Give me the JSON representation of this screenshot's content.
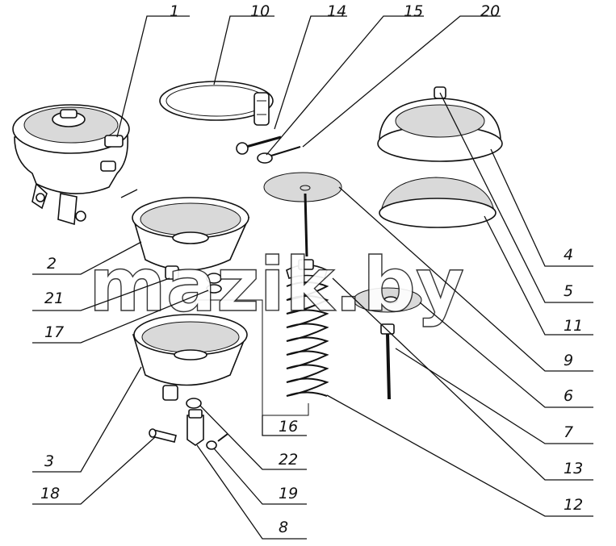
{
  "watermark": "mazik.by",
  "labels": {
    "n1": "1",
    "n10": "10",
    "n14": "14",
    "n15": "15",
    "n20": "20",
    "n4": "4",
    "n5": "5",
    "n11": "11",
    "n9": "9",
    "n6": "6",
    "n7": "7",
    "n13": "13",
    "n12": "12",
    "n2": "2",
    "n21": "21",
    "n17": "17",
    "n16": "16",
    "n22": "22",
    "n3": "3",
    "n18": "18",
    "n19": "19",
    "n8": "8"
  }
}
